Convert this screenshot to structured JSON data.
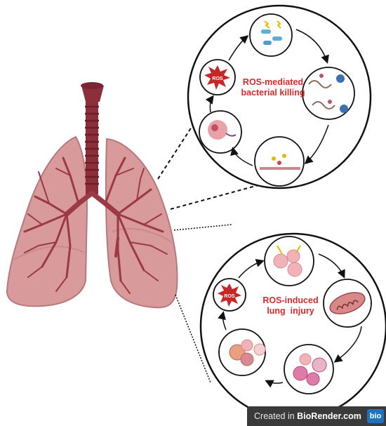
{
  "top_cycle": {
    "title_line1": "ROS-mediated",
    "title_line2": "bacterial killing",
    "badge": "ROS"
  },
  "bottom_cycle": {
    "title_line1": "ROS-induced",
    "title_line2": "lung  injury",
    "badge": "ROS"
  },
  "watermark": {
    "prefix": "Created in ",
    "brand": "BioRender.com",
    "logo": "bio"
  },
  "colors": {
    "lung_fill": "#d89a9a",
    "lung_tree": "#9b3a44",
    "trachea": "#8c2f3a",
    "ros_red": "#d62b2b",
    "circle_stroke": "#111111"
  },
  "icons": [
    "lungs-illustration",
    "trachea-icon",
    "bacteria-icon",
    "ros-burst-icon",
    "macrophage-icon",
    "mitochondrion-icon",
    "alveoli-icon",
    "cycle-arrow-icon"
  ]
}
